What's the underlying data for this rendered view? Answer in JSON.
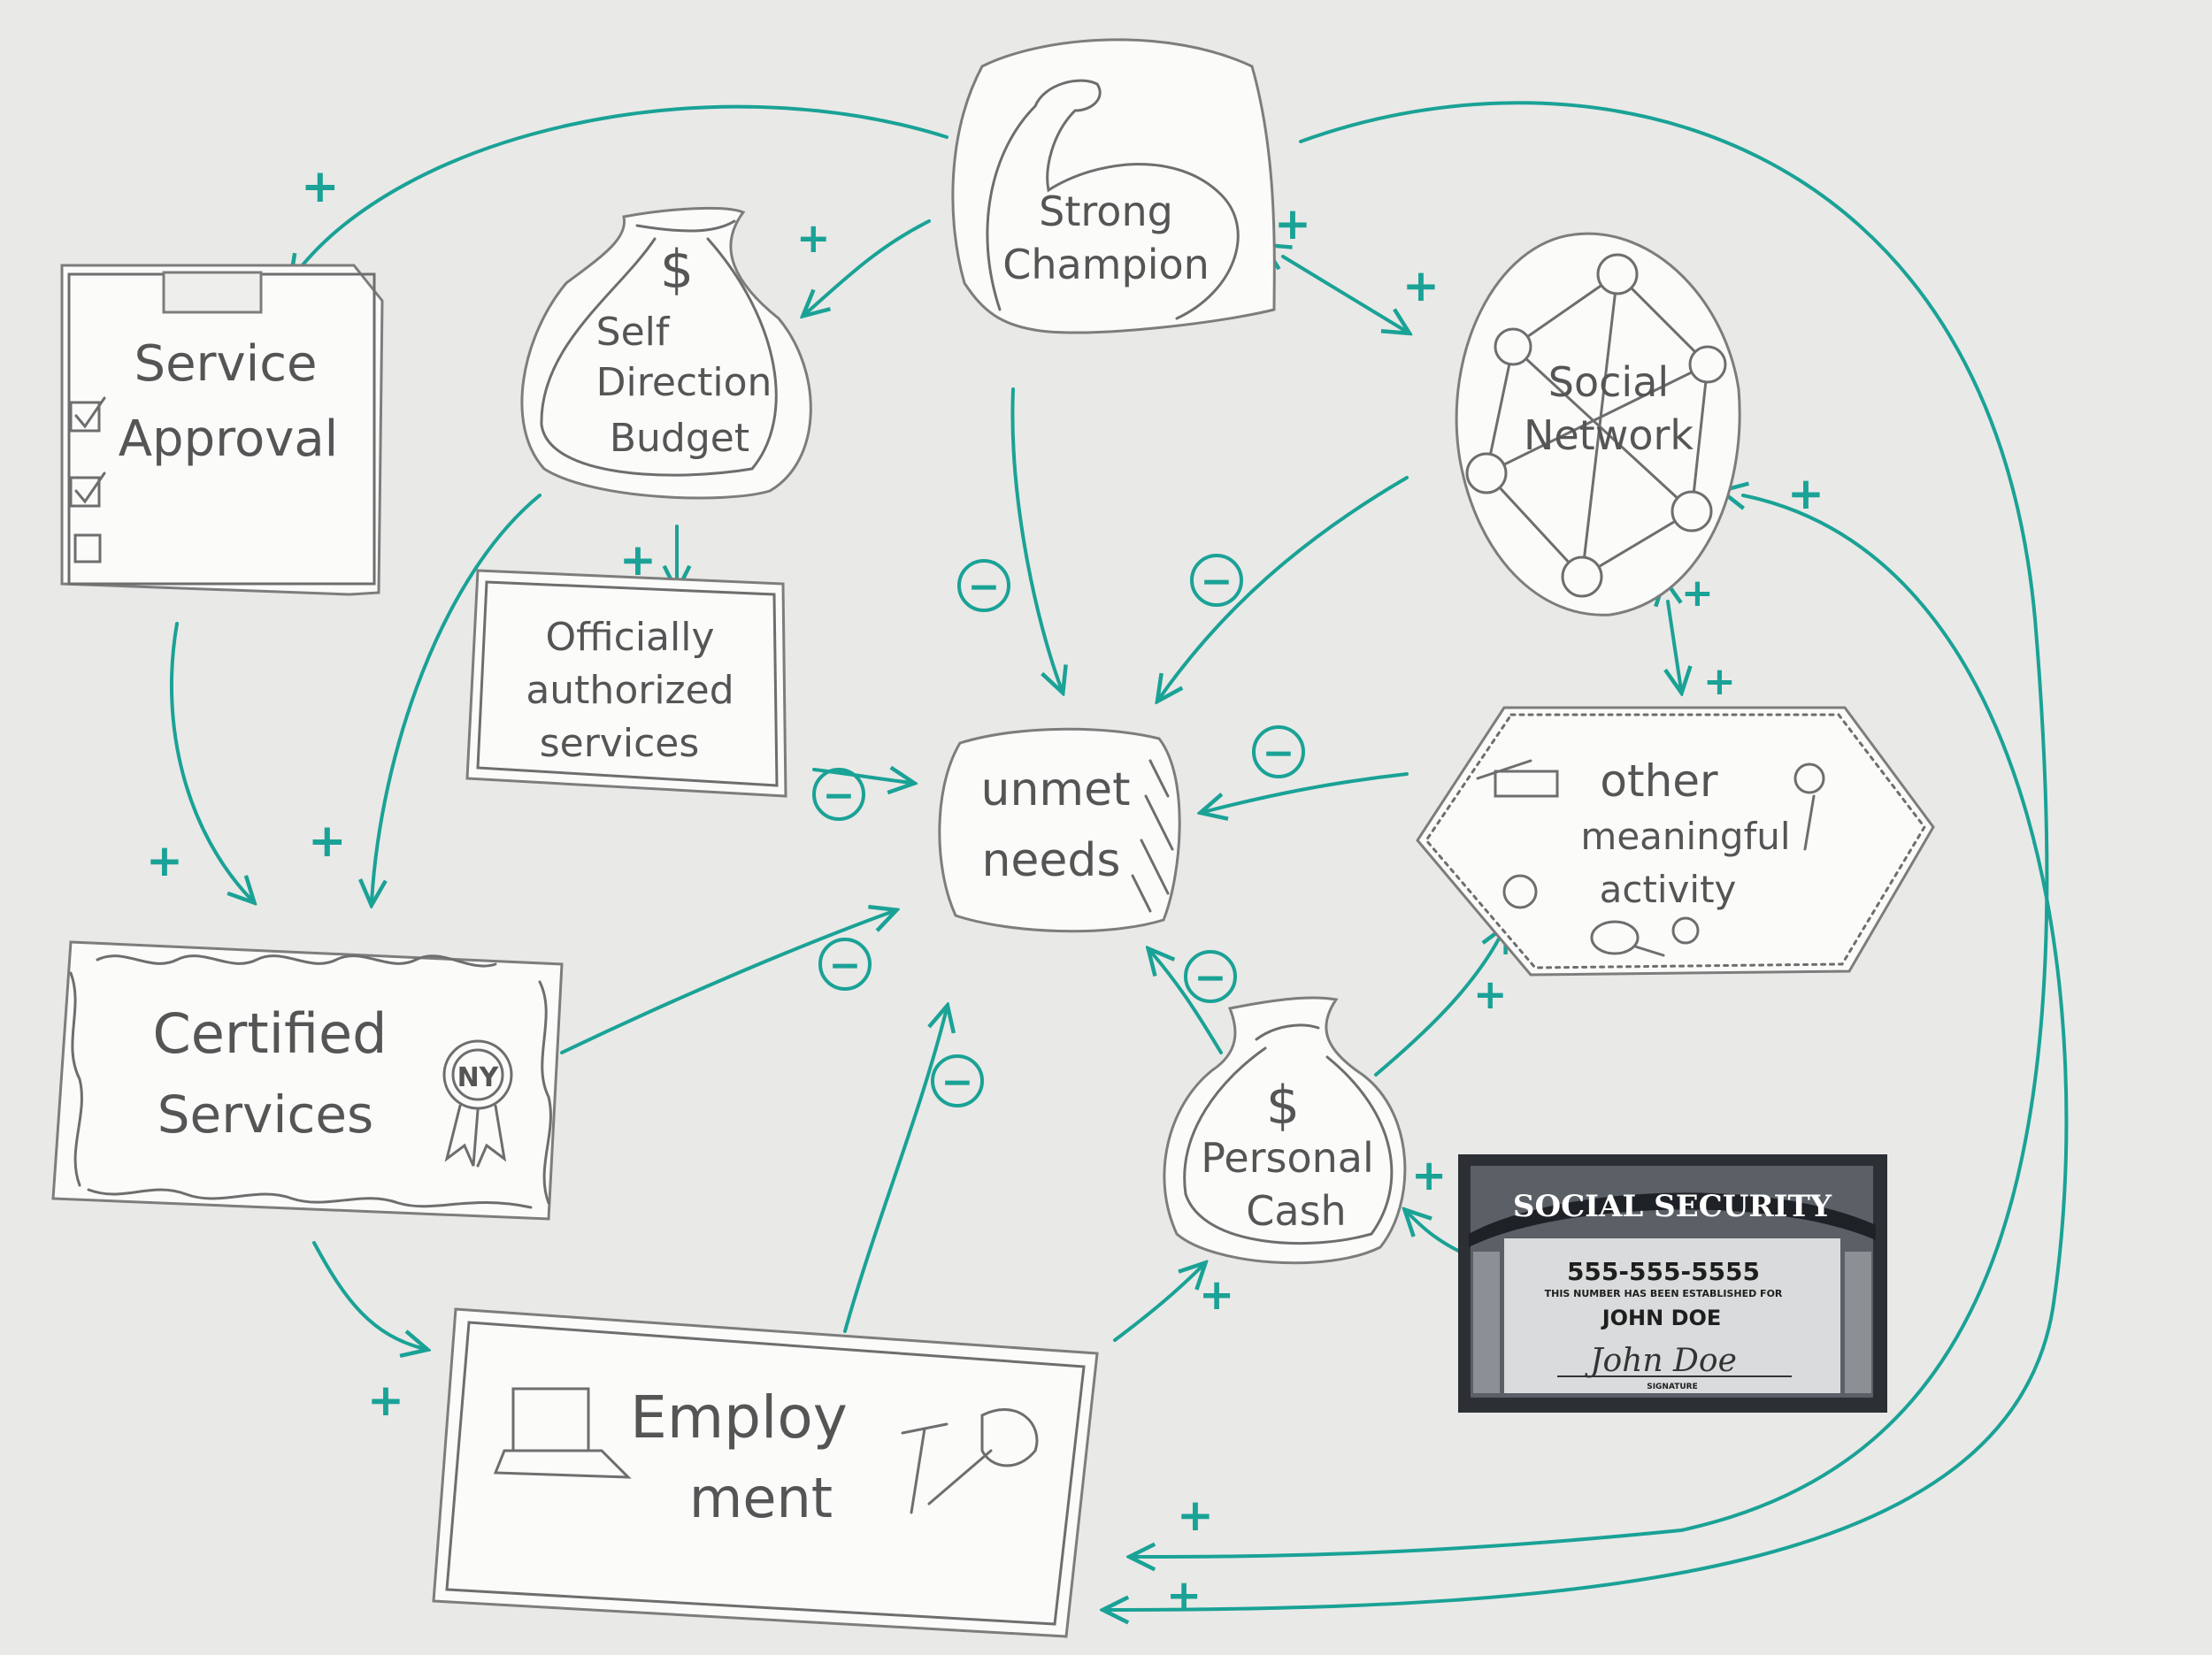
{
  "nodes": {
    "strong_champion": {
      "line1": "Strong",
      "line2": "Champion"
    },
    "service_approval": {
      "line1": "Service",
      "line2": "Approval"
    },
    "self_direction_budget": {
      "line1": "Self",
      "line2": "Direction",
      "line3": "Budget",
      "symbol": "$"
    },
    "social_network": {
      "line1": "Social",
      "line2": "Network"
    },
    "officially_authorized": {
      "line1": "Officially",
      "line2": "authorized",
      "line3": "services"
    },
    "unmet_needs": {
      "line1": "unmet",
      "line2": "needs"
    },
    "other_activity": {
      "line1": "other",
      "line2": "meaningful",
      "line3": "activity"
    },
    "certified_services": {
      "line1": "Certified",
      "line2": "Services",
      "seal": "NY"
    },
    "personal_cash": {
      "line1": "Personal",
      "line2": "Cash",
      "symbol": "$"
    },
    "employment": {
      "line1": "Employ",
      "line2": "ment"
    },
    "social_security_card": {
      "title": "SOCIAL SECURITY",
      "number": "555-555-5555",
      "fine_print": "THIS NUMBER HAS BEEN ESTABLISHED FOR",
      "name": "JOHN DOE",
      "signature": "John Doe",
      "signature_caption": "SIGNATURE"
    }
  },
  "edge_signs": {
    "plus": "+",
    "minus": "−"
  },
  "colors": {
    "ink": "#1aa296",
    "pencil": "#6e6e6e",
    "paper": "#fbfbfa",
    "board": "#e9e9e7"
  }
}
